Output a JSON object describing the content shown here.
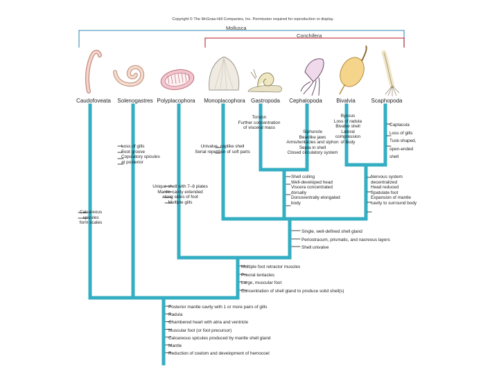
{
  "copyright": "Copyright © The McGraw-Hill Companies, Inc. Permission required for reproduction or display.",
  "groups": {
    "mollusca": "Mollusca",
    "conchifera": "Conchifera"
  },
  "taxa": {
    "caudofoveata": "Caudofoveata",
    "solenogastres": "Solenogastres",
    "polyplacophora": "Polyplacophora",
    "monoplacophora": "Monoplacophora",
    "gastropoda": "Gastropoda",
    "cephalopoda": "Cephalopoda",
    "bivalvia": "Bivalvia",
    "scaphopoda": "Scaphopoda"
  },
  "traits": {
    "caudofoveata": "Calcareous\nspicules\nform scales",
    "solenogastres": "Loss of gills\nFoot groove\nCopulatory spicules\nat posterior",
    "polyplacophora": "Unique shell with 7–8 plates\nMantle cavity extended\nalong sides of foot\nMultiple gills",
    "monoplacophora": "Univalve, caplike shell\nSerial repetition of soft parts",
    "gastropoda": "Torsion\nFurther concentration\nof visceral mass",
    "cephalopoda": "Siphuncle\nBeaklike jaws\nArms/tentacles and siphon\nSepta in shell\nClosed circulatory system",
    "bivalvia": "Byssus\nLoss of radula\nBivalve shell\nLateral compression\nof body",
    "scaphopoda": "Captacula\nLoss of gills\nTusk-shaped,\nopen-ended\nshell",
    "gastropoda_cephalopoda": "Shell coiling\nWell-developed head\nViscera concentrated\ndorsally\nDorsoventrally elongated\nbody",
    "bivalvia_scaphopoda": "Nervous system\ndecentralized\nHead reduced\nSpatulate foot\nExpansion of mantle\ncavity to surround body",
    "conchifera": "Single, well-defined shell gland\nPeriostracum, prismatic, and nacreous layers\nShell univalve",
    "chitons_conchifera": "Multiple foot retractor muscles\nPreoral tentacles\nLarge, muscular foot\nConcentration of shell gland to produce solid shell(s)",
    "mollusca": "Posterior mantle cavity with 1 or more pairs of gills\nRadula\nChambered heart with atria and ventricle\nMuscular foot (or foot precursor)\nCalcareous spicules produced by mantle shell gland\nMantle\nReduction of coelom and development of hemocoel"
  },
  "colors": {
    "branch": "#33aec2",
    "bracket": "#5a9fc0",
    "conchifera_bracket": "#c8454f",
    "trait_tick": "#111111"
  }
}
